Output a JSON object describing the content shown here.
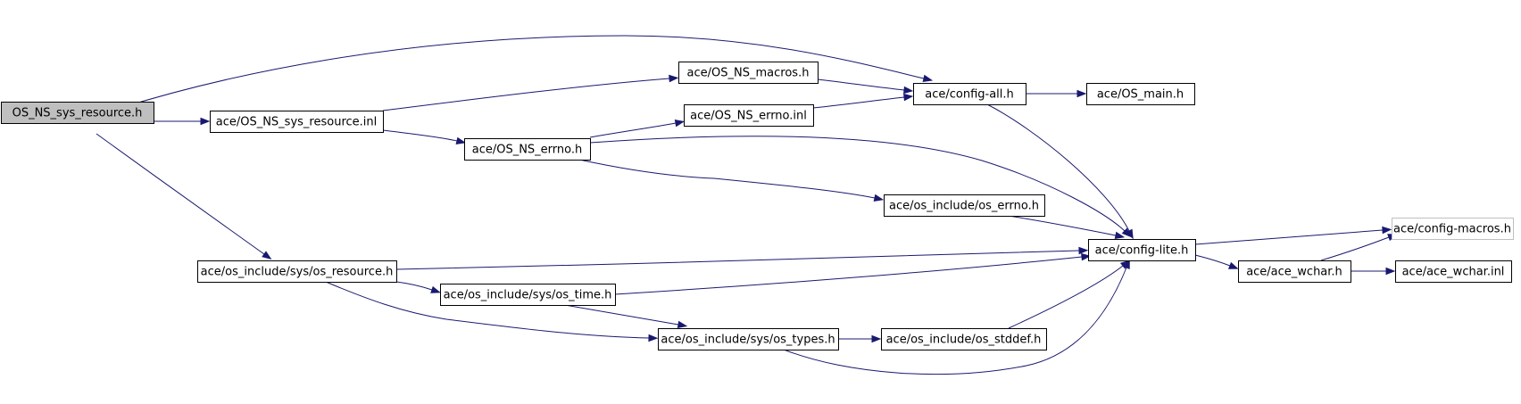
{
  "diagram": {
    "nodes": [
      {
        "id": "root",
        "label": "OS_NS_sys_resource.h"
      },
      {
        "id": "sysres_inl",
        "label": "ace/OS_NS_sys_resource.inl"
      },
      {
        "id": "macros",
        "label": "ace/OS_NS_macros.h"
      },
      {
        "id": "config_all",
        "label": "ace/config-all.h"
      },
      {
        "id": "os_main",
        "label": "ace/OS_main.h"
      },
      {
        "id": "errno_inl",
        "label": "ace/OS_NS_errno.inl"
      },
      {
        "id": "errno_h",
        "label": "ace/OS_NS_errno.h"
      },
      {
        "id": "os_errno",
        "label": "ace/os_include/os_errno.h"
      },
      {
        "id": "config_lite",
        "label": "ace/config-lite.h"
      },
      {
        "id": "config_macros",
        "label": "ace/config-macros.h"
      },
      {
        "id": "ace_wchar_h",
        "label": "ace/ace_wchar.h"
      },
      {
        "id": "ace_wchar_inl",
        "label": "ace/ace_wchar.inl"
      },
      {
        "id": "os_resource",
        "label": "ace/os_include/sys/os_resource.h"
      },
      {
        "id": "os_time",
        "label": "ace/os_include/sys/os_time.h"
      },
      {
        "id": "os_types",
        "label": "ace/os_include/sys/os_types.h"
      },
      {
        "id": "os_stddef",
        "label": "ace/os_include/os_stddef.h"
      }
    ],
    "edges": [
      {
        "from": "root",
        "to": "sysres_inl"
      },
      {
        "from": "root",
        "to": "config_all"
      },
      {
        "from": "root",
        "to": "os_resource"
      },
      {
        "from": "sysres_inl",
        "to": "macros"
      },
      {
        "from": "sysres_inl",
        "to": "errno_h"
      },
      {
        "from": "macros",
        "to": "config_all"
      },
      {
        "from": "errno_inl",
        "to": "config_all"
      },
      {
        "from": "config_all",
        "to": "os_main"
      },
      {
        "from": "config_all",
        "to": "config_lite"
      },
      {
        "from": "errno_h",
        "to": "errno_inl"
      },
      {
        "from": "errno_h",
        "to": "config_lite"
      },
      {
        "from": "errno_h",
        "to": "os_errno"
      },
      {
        "from": "os_errno",
        "to": "config_lite"
      },
      {
        "from": "config_lite",
        "to": "config_macros"
      },
      {
        "from": "config_lite",
        "to": "ace_wchar_h"
      },
      {
        "from": "ace_wchar_h",
        "to": "config_macros"
      },
      {
        "from": "ace_wchar_h",
        "to": "ace_wchar_inl"
      },
      {
        "from": "os_resource",
        "to": "config_lite"
      },
      {
        "from": "os_resource",
        "to": "os_time"
      },
      {
        "from": "os_resource",
        "to": "os_types"
      },
      {
        "from": "os_time",
        "to": "config_lite"
      },
      {
        "from": "os_time",
        "to": "os_types"
      },
      {
        "from": "os_types",
        "to": "os_stddef"
      },
      {
        "from": "os_types",
        "to": "config_lite"
      },
      {
        "from": "os_stddef",
        "to": "config_lite"
      }
    ]
  }
}
